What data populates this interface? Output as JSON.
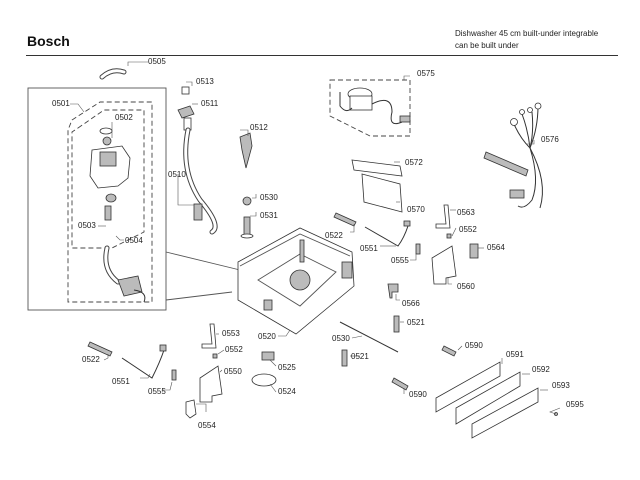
{
  "header": {
    "brand": "Bosch",
    "description_line1": "Dishwasher 45 cm built-under integrable",
    "description_line2": "can be built under"
  },
  "parts": [
    {
      "id": "0505",
      "label": "0505"
    },
    {
      "id": "0501",
      "label": "0501"
    },
    {
      "id": "0502",
      "label": "0502"
    },
    {
      "id": "0503",
      "label": "0503"
    },
    {
      "id": "0504",
      "label": "0504"
    },
    {
      "id": "0513",
      "label": "0513"
    },
    {
      "id": "0511",
      "label": "0511"
    },
    {
      "id": "0512",
      "label": "0512"
    },
    {
      "id": "0510",
      "label": "0510"
    },
    {
      "id": "0530a",
      "label": "0530"
    },
    {
      "id": "0531",
      "label": "0531"
    },
    {
      "id": "0575",
      "label": "0575"
    },
    {
      "id": "0576",
      "label": "0576"
    },
    {
      "id": "0572",
      "label": "0572"
    },
    {
      "id": "0570",
      "label": "0570"
    },
    {
      "id": "0563",
      "label": "0563"
    },
    {
      "id": "0552a",
      "label": "0552"
    },
    {
      "id": "0522a",
      "label": "0522"
    },
    {
      "id": "0551a",
      "label": "0551"
    },
    {
      "id": "0555a",
      "label": "0555"
    },
    {
      "id": "0564",
      "label": "0564"
    },
    {
      "id": "0560",
      "label": "0560"
    },
    {
      "id": "0566",
      "label": "0566"
    },
    {
      "id": "0521a",
      "label": "0521"
    },
    {
      "id": "0520",
      "label": "0520"
    },
    {
      "id": "0530b",
      "label": "0530"
    },
    {
      "id": "0521b",
      "label": "0521"
    },
    {
      "id": "0553",
      "label": "0553"
    },
    {
      "id": "0552b",
      "label": "0552"
    },
    {
      "id": "0550",
      "label": "0550"
    },
    {
      "id": "0525",
      "label": "0525"
    },
    {
      "id": "0524",
      "label": "0524"
    },
    {
      "id": "0554",
      "label": "0554"
    },
    {
      "id": "0522b",
      "label": "0522"
    },
    {
      "id": "0551b",
      "label": "0551"
    },
    {
      "id": "0555b",
      "label": "0555"
    },
    {
      "id": "0590a",
      "label": "0590"
    },
    {
      "id": "0590b",
      "label": "0590"
    },
    {
      "id": "0591",
      "label": "0591"
    },
    {
      "id": "0592",
      "label": "0592"
    },
    {
      "id": "0593",
      "label": "0593"
    },
    {
      "id": "0595",
      "label": "0595"
    }
  ]
}
